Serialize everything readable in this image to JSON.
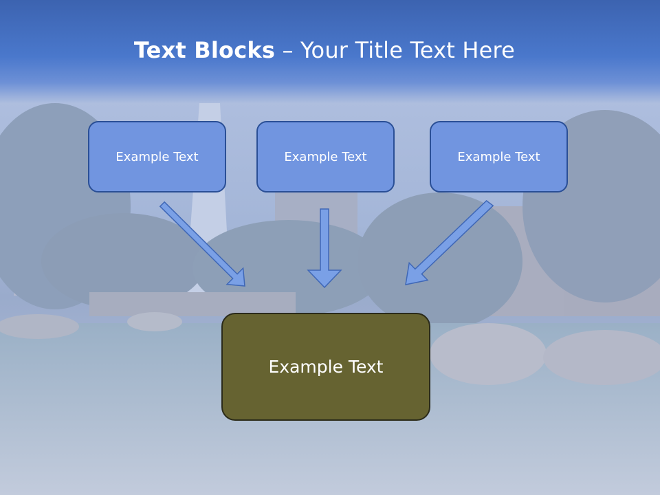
{
  "slide": {
    "title_bold": "Text Blocks",
    "title_rest": " – Your Title Text Here",
    "boxes": {
      "left": "Example Text",
      "center": "Example Text",
      "right": "Example Text",
      "bottom": "Example Text"
    }
  },
  "colors": {
    "title_band": "#4a78cc",
    "box_fill": "#7195e0",
    "box_border": "#2a4f96",
    "bottom_box_fill": "#666331",
    "arrow_fill": "#7aa0e6"
  }
}
